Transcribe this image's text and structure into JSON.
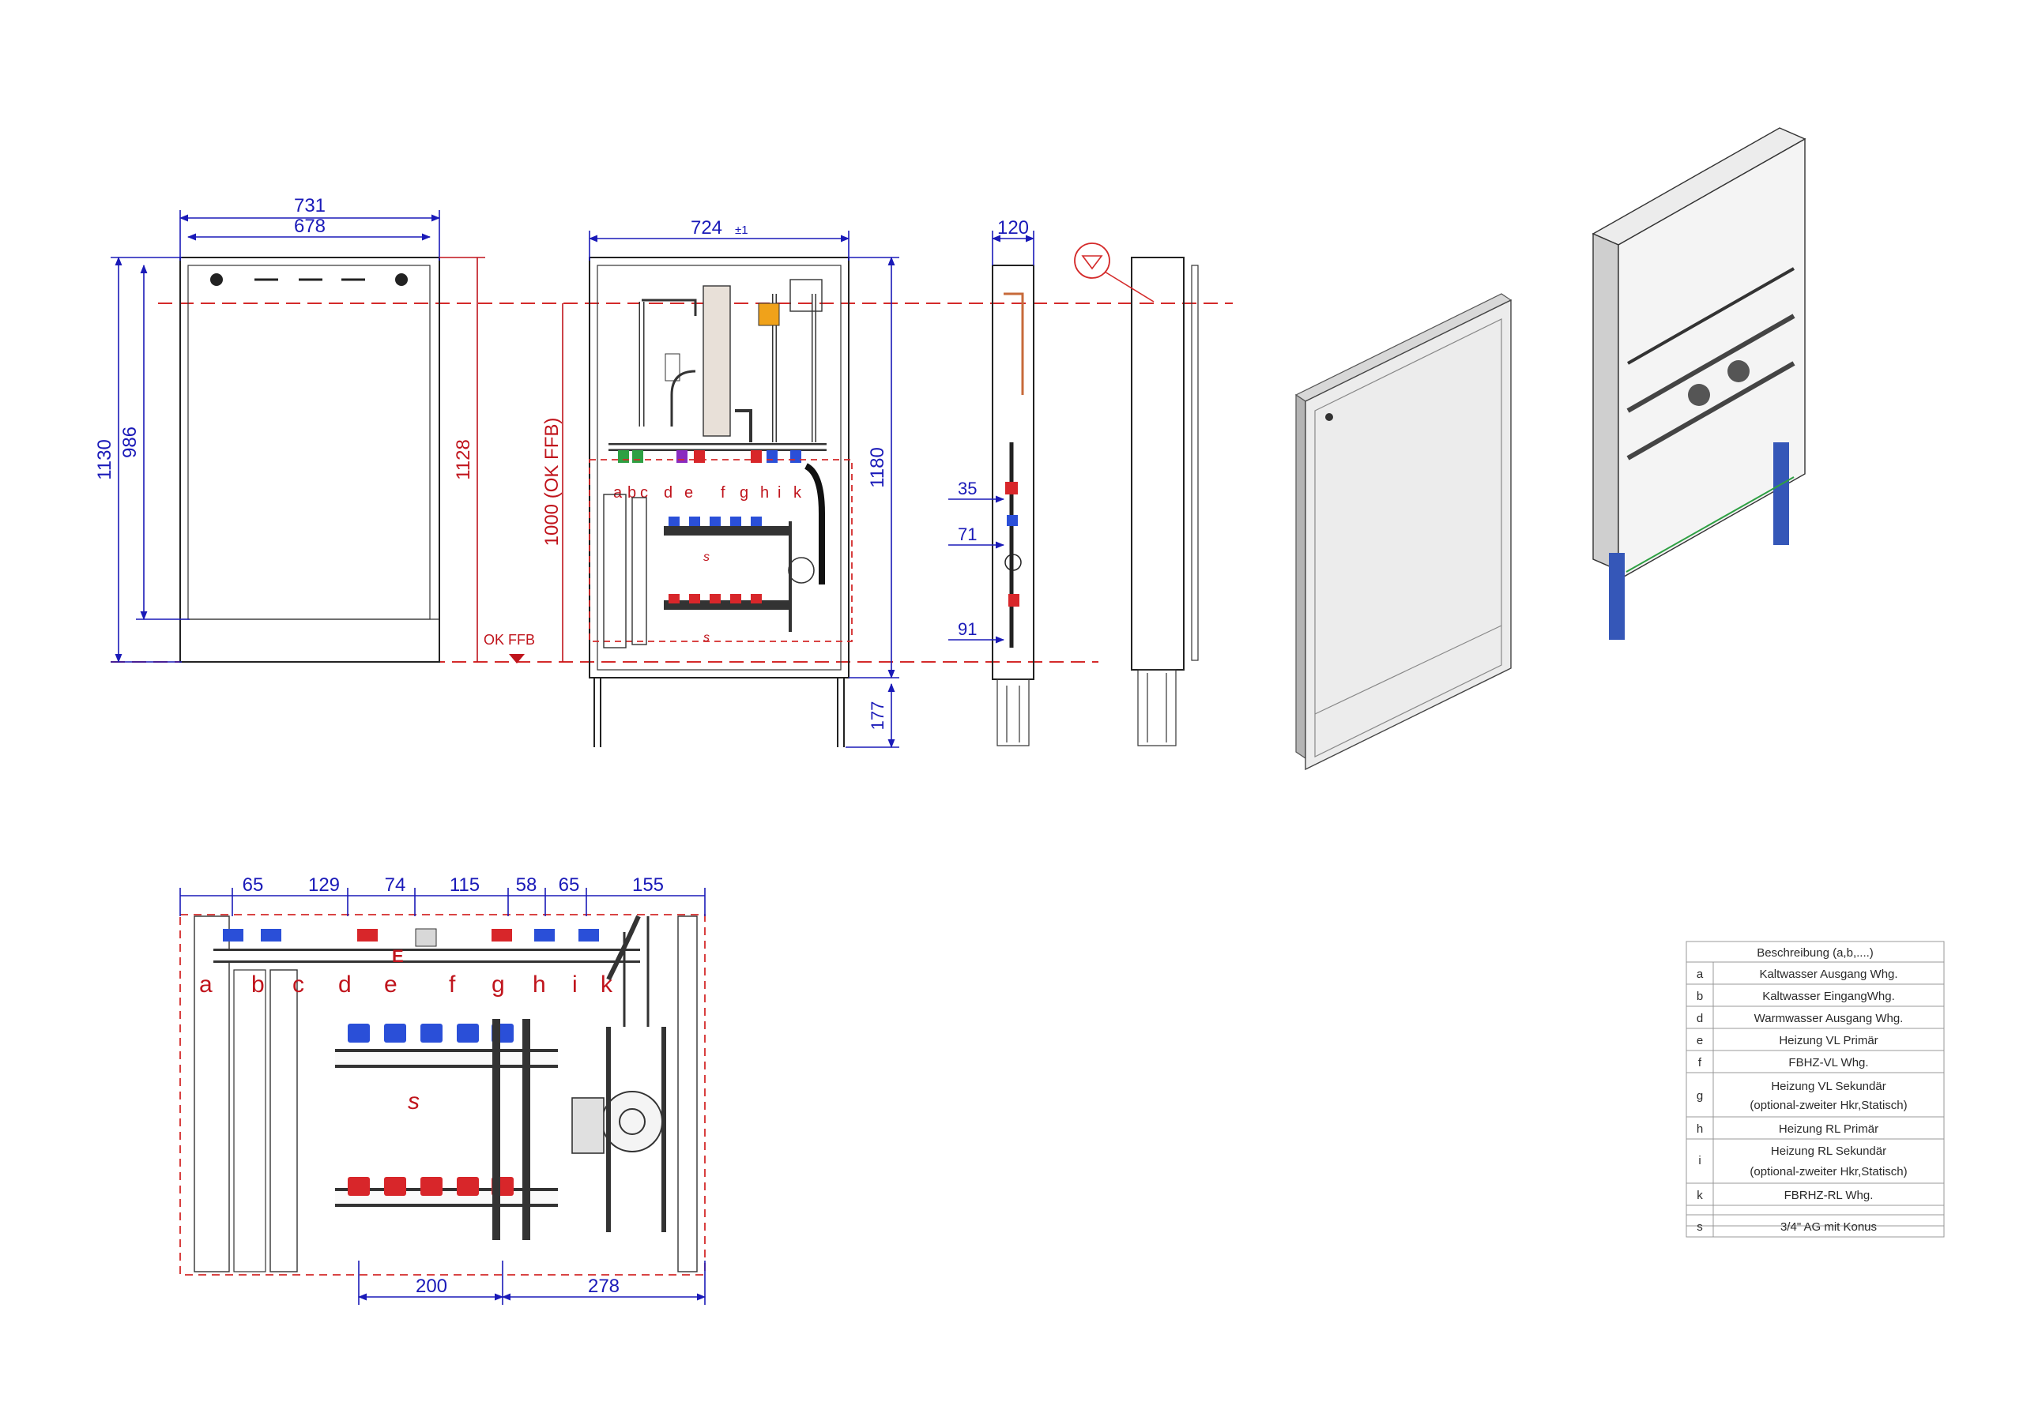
{
  "front_view": {
    "dim_width_outer": "731",
    "dim_width_inner": "678",
    "dim_height_outer": "1130",
    "dim_height_inner": "986",
    "dim_height_right": "1128"
  },
  "open_view": {
    "dim_width": "724",
    "dim_width_tol": "±1",
    "dim_height": "1180",
    "dim_floor_label": "1000 (OK FFB)",
    "dim_leg": "177",
    "ok_ffb_label": "OK FFB",
    "connection_letters": [
      "a",
      "b",
      "c",
      "d",
      "e",
      "f",
      "g",
      "h",
      "i",
      "k"
    ],
    "s_label": "s"
  },
  "side_view": {
    "dim_depth": "120",
    "dim_35": "35",
    "dim_71": "71",
    "dim_91": "91"
  },
  "detail_view": {
    "top_dims": [
      "65",
      "129",
      "74",
      "115",
      "58",
      "65",
      "155"
    ],
    "bottom_dims": [
      "200",
      "278"
    ],
    "letters": [
      "a",
      "b",
      "c",
      "d",
      "e",
      "f",
      "g",
      "h",
      "i",
      "k"
    ],
    "s_label": "s",
    "e_mark": "E"
  },
  "legend": {
    "header": "Beschreibung (a,b,....)",
    "rows": [
      {
        "key": "a",
        "text": "Kaltwasser Ausgang Whg."
      },
      {
        "key": "b",
        "text": "Kaltwasser EingangWhg."
      },
      {
        "key": "d",
        "text": "Warmwasser Ausgang Whg."
      },
      {
        "key": "e",
        "text": "Heizung VL Primär"
      },
      {
        "key": "f",
        "text": "FBHZ-VL Whg."
      },
      {
        "key": "g",
        "text": "Heizung VL Sekundär",
        "text2": "(optional-zweiter Hkr,Statisch)"
      },
      {
        "key": "h",
        "text": "Heizung RL Primär"
      },
      {
        "key": "i",
        "text": "Heizung RL Sekundär",
        "text2": "(optional-zweiter Hkr,Statisch)"
      },
      {
        "key": "k",
        "text": "FBRHZ-RL Whg."
      }
    ],
    "s_row": {
      "key": "s",
      "text": "3/4\" AG mit Konus"
    }
  },
  "colors": {
    "dimension": "#1a1ab8",
    "reference_line": "#d42a2a",
    "valve_blue": "#2a4fd8",
    "valve_red": "#d8262a",
    "valve_green": "#2ea043",
    "valve_purple": "#8a2ac0",
    "valve_orange": "#f0a21a",
    "riser_blue": "#3557b8",
    "pipe_copper": "#c76a3a"
  }
}
